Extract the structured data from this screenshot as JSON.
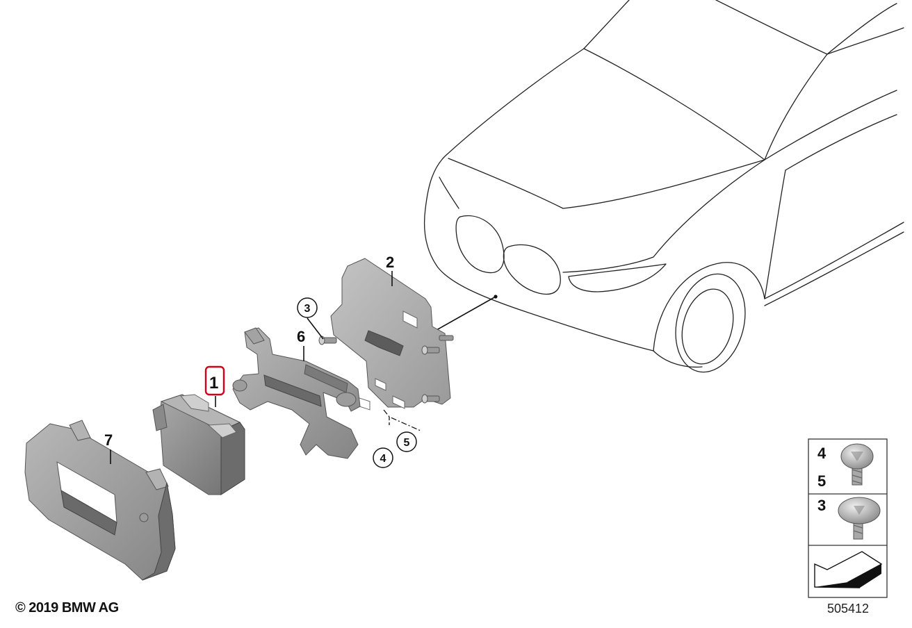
{
  "callouts": {
    "part_1": "1",
    "part_2": "2",
    "part_3": "3",
    "part_4": "4",
    "part_5": "5",
    "part_6": "6",
    "part_7": "7"
  },
  "legend": {
    "row1_top": "4",
    "row1_bottom": "5",
    "row2": "3"
  },
  "highlight_color": "#d0021b",
  "part_fill": "#8f8f8f",
  "copyright": "© 2019 BMW AG",
  "drawing_number": "505412"
}
